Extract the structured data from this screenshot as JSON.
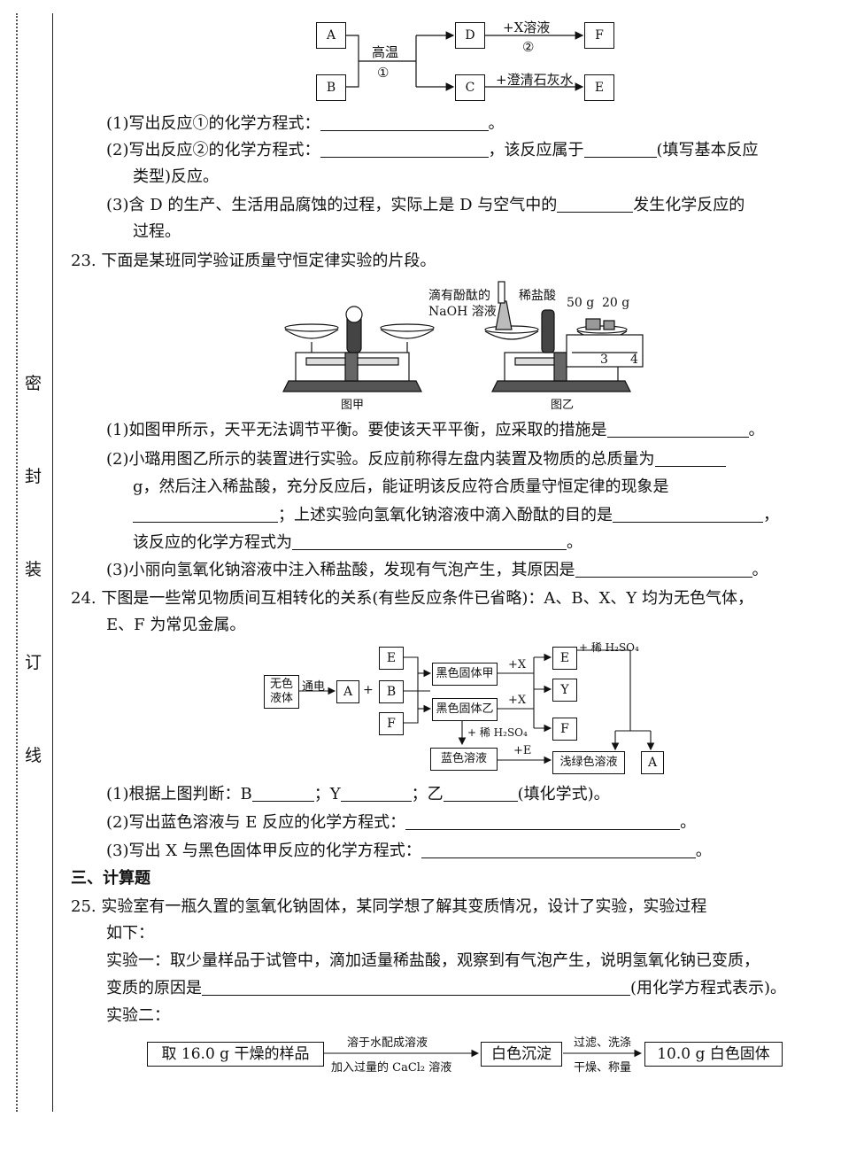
{
  "binding": {
    "chars": [
      "密",
      "封",
      "装",
      "订",
      "线"
    ]
  },
  "d1": {
    "A": "A",
    "B": "B",
    "C": "C",
    "D": "D",
    "E": "E",
    "F": "F",
    "cond1": "高温",
    "num1": "①",
    "arrow_DF": "+X溶液",
    "num2": "②",
    "arrow_CE": "+澄清石灰水"
  },
  "q22": {
    "p1": "(1)写出反应①的化学方程式：",
    "p1end": "。",
    "p2a": "(2)写出反应②的化学方程式：",
    "p2b": "，该反应属于",
    "p2c": "(填写基本反应",
    "p2d": "类型)反应。",
    "p3a": "(3)含 D 的生产、生活用品腐蚀的过程，实际上是 D 与空气中的",
    "p3b": "发生化学反应的",
    "p3c": "过程。"
  },
  "q23": {
    "title": "23. 下面是某班同学验证质量守恒定律实验的片段。",
    "label_ind": "滴有酚酞的",
    "label_naoh": "NaOH 溶液",
    "label_hcl": "稀盐酸",
    "w50": "50 g",
    "w20": "20 g",
    "scale3": "3",
    "scale4": "4",
    "cap_a": "图甲",
    "cap_b": "图乙",
    "p1a": "(1)如图甲所示，天平无法调节平衡。要使该天平平衡，应采取的措施是",
    "p1end": "。",
    "p2a": "(2)小璐用图乙所示的装置进行实验。反应前称得左盘内装置及物质的总质量为",
    "p2b": "g，然后注入稀盐酸，充分反应后，能证明该反应符合质量守恒定律的现象是",
    "p2c": "；上述实验向氢氧化钠溶液中滴入酚酞的目的是",
    "p2d": "，",
    "p2e": "该反应的化学方程式为",
    "p2f": "。",
    "p3a": "(3)小丽向氢氧化钠溶液中注入稀盐酸，发现有气泡产生，其原因是",
    "p3end": "。"
  },
  "q24": {
    "title": "24. 下图是一些常见物质间互相转化的关系(有些反应条件已省略)：A、B、X、Y 均为无色气体，",
    "title2": "E、F 为常见金属。",
    "liquid": "无色液体",
    "elec": "通电",
    "A": "A",
    "plus": "+",
    "B": "B",
    "E": "E",
    "F": "F",
    "jia": "黑色固体甲",
    "yi": "黑色固体乙",
    "px1": "+X",
    "px2": "+X",
    "E2": "E",
    "Y": "Y",
    "F2": "F",
    "h2so4a": "+ 稀 H₂SO₄",
    "h2so4b": "+ 稀 H₂SO₄",
    "blue": "蓝色溶液",
    "pE": "+E",
    "green": "浅绿色溶液",
    "A2": "A",
    "p1a": "(1)根据上图判断：B",
    "p1b": "；Y",
    "p1c": "；乙",
    "p1d": "(填化学式)。",
    "p2a": "(2)写出蓝色溶液与 E 反应的化学方程式：",
    "p2end": "。",
    "p3a": "(3)写出 X 与黑色固体甲反应的化学方程式：",
    "p3end": "。"
  },
  "sec3": "三、计算题",
  "q25": {
    "title": "25. 实验室有一瓶久置的氢氧化钠固体，某同学想了解其变质情况，设计了实验，实验过程",
    "title2": "如下：",
    "e1a": "实验一：取少量样品于试管中，滴加适量稀盐酸，观察到有气泡产生，说明氢氧化钠已变质，",
    "e1b": "变质的原因是",
    "e1c": "(用化学方程式表示)。",
    "e2": "实验二：",
    "box1": "取 16.0 g 干燥的样品",
    "a1top": "溶于水配成溶液",
    "a1bot": "加入过量的 CaCl₂ 溶液",
    "box2": "白色沉淀",
    "a2top": "过滤、洗涤",
    "a2bot": "干燥、称量",
    "box3": "10.0 g 白色固体"
  }
}
